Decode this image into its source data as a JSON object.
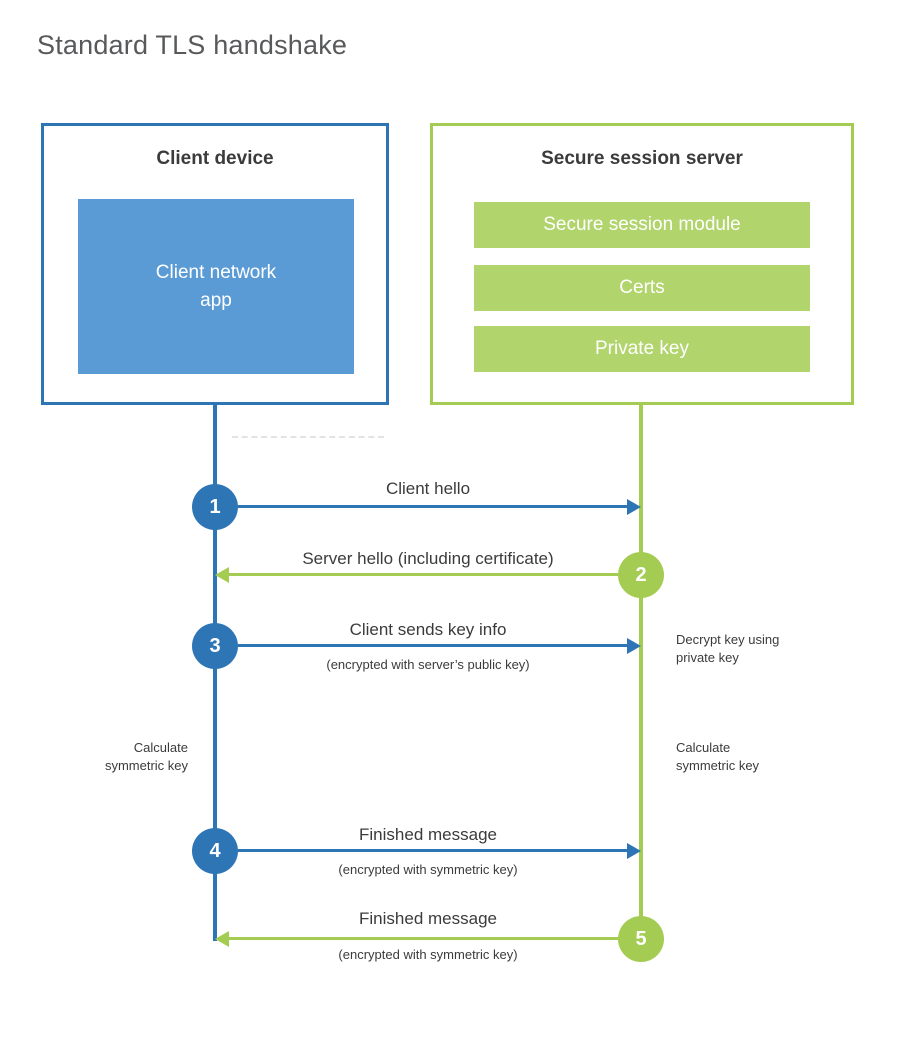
{
  "title": "Standard TLS handshake",
  "colors": {
    "blue_border": "#2e75b6",
    "blue_fill": "#5b9bd5",
    "green_border": "#a4cc52",
    "green_fill": "#b1d46c",
    "title_gray": "#58595b",
    "text_dark": "#3b3b3b",
    "white": "#ffffff"
  },
  "client": {
    "title": "Client device",
    "app_label": "Client network\napp"
  },
  "server": {
    "title": "Secure session server",
    "modules": [
      "Secure session module",
      "Certs",
      "Private key"
    ]
  },
  "steps": [
    {
      "num": "1",
      "from": "client",
      "to": "server",
      "label": "Client hello",
      "sublabel": ""
    },
    {
      "num": "2",
      "from": "server",
      "to": "client",
      "label": "Server hello (including certificate)",
      "sublabel": ""
    },
    {
      "num": "3",
      "from": "client",
      "to": "server",
      "label": "Client sends key info",
      "sublabel": "(encrypted with server’s public key)"
    },
    {
      "num": "4",
      "from": "client",
      "to": "server",
      "label": "Finished message",
      "sublabel": "(encrypted with symmetric key)"
    },
    {
      "num": "5",
      "from": "server",
      "to": "client",
      "label": "Finished message",
      "sublabel": "(encrypted with symmetric key)"
    }
  ],
  "annotations": {
    "decrypt": "Decrypt key using\nprivate key",
    "calculate_left": "Calculate\nsymmetric key",
    "calculate_right": "Calculate\nsymmetric key"
  }
}
